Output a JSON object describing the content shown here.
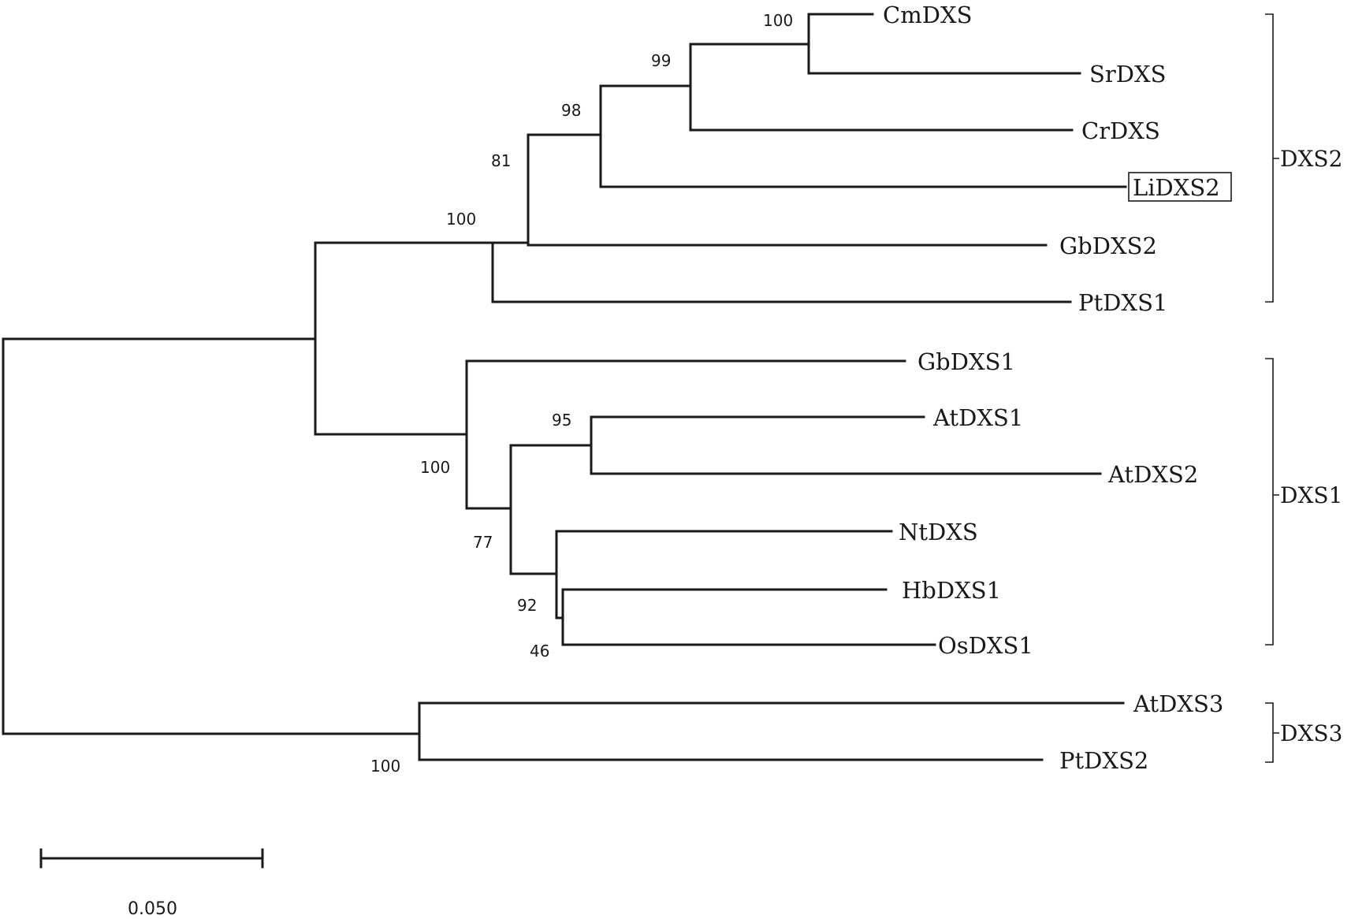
{
  "taxa": {
    "cm": "CmDXS",
    "sr": "SrDXS",
    "cr": "CrDXS",
    "li": "LiDXS2",
    "gb2": "GbDXS2",
    "pt1": "PtDXS1",
    "gb1": "GbDXS1",
    "at1": "AtDXS1",
    "at2": "AtDXS2",
    "nt": "NtDXS",
    "hb": "HbDXS1",
    "os": "OsDXS1",
    "at3": "AtDXS3",
    "pt2": "PtDXS2"
  },
  "bootstrap": {
    "cm_sr": "100",
    "cmsr_cr": "99",
    "li": "98",
    "gb2": "81",
    "dxs2": "100",
    "dxs1": "100",
    "at": "95",
    "ntgroup": "77",
    "nthbos": "92",
    "hbos": "46",
    "dxs3": "100"
  },
  "clades": {
    "dxs2": "DXS2",
    "dxs1": "DXS1",
    "dxs3": "DXS3"
  },
  "scale": {
    "label": "0.050"
  },
  "highlighted_taxon": "LiDXS2"
}
